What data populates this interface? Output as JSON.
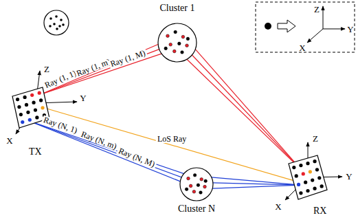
{
  "diagram": {
    "nodes": [
      {
        "text": [
          "TX"
        ]
      },
      {
        "text": [
          "Cluster 1"
        ]
      },
      {
        "text": [
          "Cluster N"
        ]
      },
      {
        "text": [
          "RX"
        ]
      }
    ],
    "edges": [
      {
        "from": 0,
        "to": 1,
        "arrow": "none",
        "label": "Ray (1, 1)"
      },
      {
        "from": 0,
        "to": 1,
        "arrow": "none",
        "label": "Ray (1, m)"
      },
      {
        "from": 0,
        "to": 1,
        "arrow": "none",
        "label": "Ray (1, M)"
      },
      {
        "from": 1,
        "to": 3,
        "arrow": "none"
      },
      {
        "from": 1,
        "to": 3,
        "arrow": "none"
      },
      {
        "from": 1,
        "to": 3,
        "arrow": "none"
      },
      {
        "from": 0,
        "to": 3,
        "arrow": "none",
        "label": "LoS Ray"
      },
      {
        "from": 0,
        "to": 2,
        "arrow": "none",
        "label": "Ray (N, 1)"
      },
      {
        "from": 0,
        "to": 2,
        "arrow": "none",
        "label": "Ray (N, m)"
      },
      {
        "from": 0,
        "to": 2,
        "arrow": "none",
        "label": "Ray (N, M)"
      },
      {
        "from": 2,
        "to": 3,
        "arrow": "none"
      },
      {
        "from": 2,
        "to": 3,
        "arrow": "none"
      },
      {
        "from": 2,
        "to": 3,
        "arrow": "none"
      }
    ],
    "labels": [
      "Z",
      "Y",
      "X",
      "Z",
      "Y",
      "X",
      "Z",
      "Y",
      "X"
    ]
  }
}
